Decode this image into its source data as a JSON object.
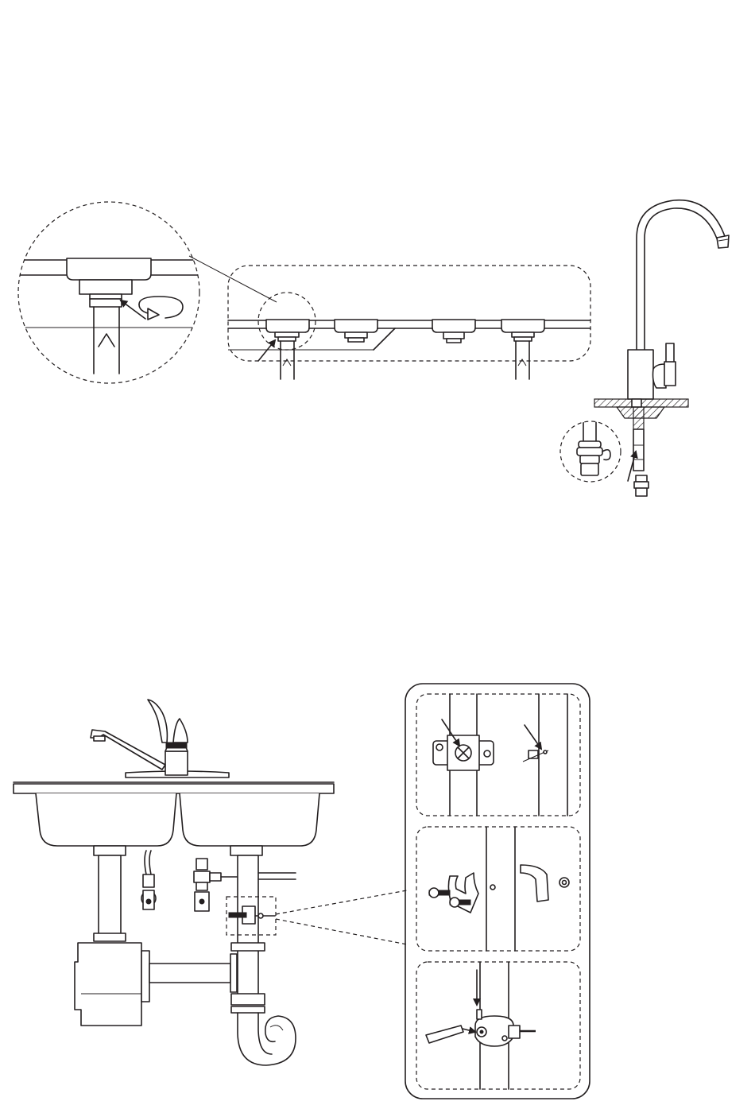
{
  "figures": [
    {
      "id": "faucet-mounting",
      "panel": "top",
      "labels": []
    },
    {
      "id": "drain-saddle-installation",
      "panel": "bottom",
      "labels": []
    }
  ],
  "colors": {
    "ink": "#231f20",
    "paper": "#ffffff"
  },
  "icons": [
    "arrow-icon",
    "clip-rotate-icon",
    "screwdriver-icon"
  ]
}
